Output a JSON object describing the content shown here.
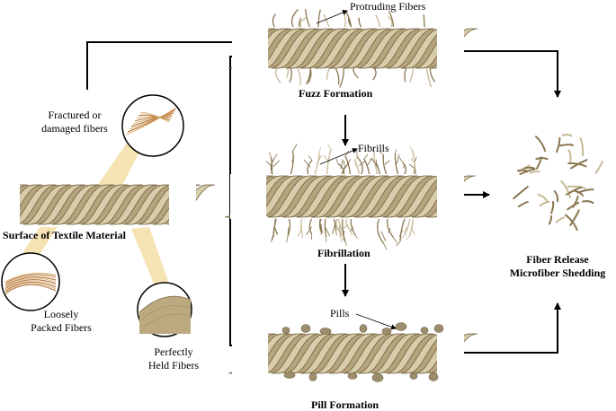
{
  "labels": {
    "protruding_fibers": "Protruding Fibers",
    "fuzz_formation": "Fuzz Formation",
    "fibrills": "Fibrills",
    "fibrillation": "Fibrillation",
    "pills": "Pills",
    "pill_formation": "Pill Formation",
    "fractured_line1": "Fractured or",
    "fractured_line2": "damaged fibers",
    "surface": "Surface of Textile Material",
    "loosely_line1": "Loosely",
    "loosely_line2": "Packed Fibers",
    "perfectly_line1": "Perfectly",
    "perfectly_line2": "Held Fibers",
    "release_line1": "Fiber Release",
    "release_line2": "Microfiber Shedding"
  },
  "colors": {
    "rope_light": "#d8ccaa",
    "rope_mid": "#b6a57c",
    "rope_dark": "#6d5f3f",
    "fiber": "#8a7651",
    "fiber_light": "#c5b894",
    "pill": "#9c8e6c",
    "callout": "#f6e3b4",
    "copper": "#b0733a",
    "arrow": "#000000"
  }
}
